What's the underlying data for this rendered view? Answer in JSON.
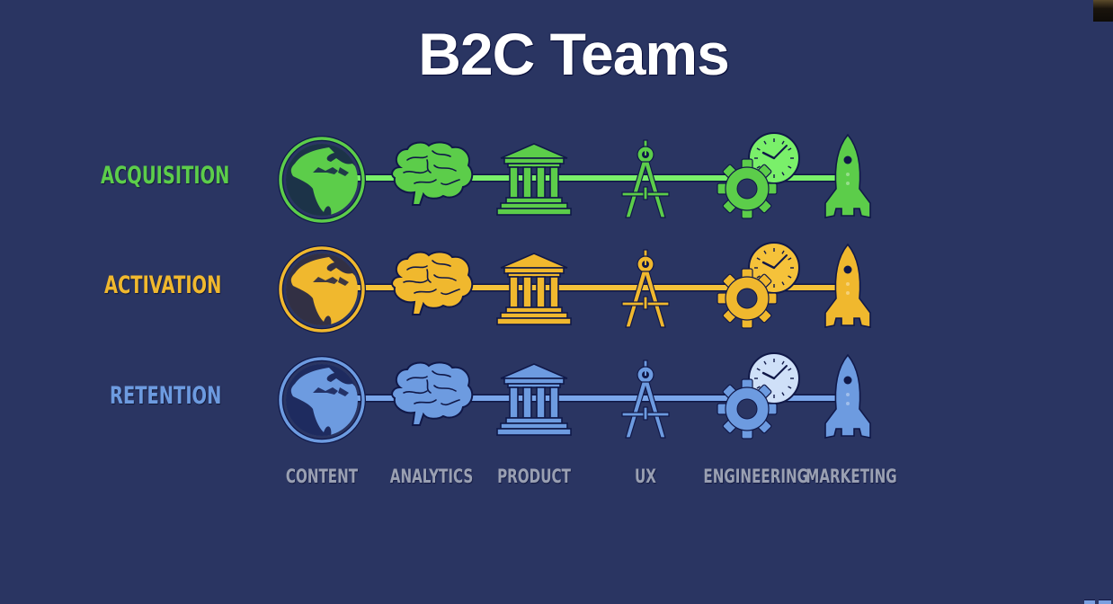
{
  "slide": {
    "title": "B2C Teams",
    "background_color": "#2a3562"
  },
  "rows": [
    {
      "label": "ACQUISITION",
      "color": "#5ccd4a",
      "line_color": "#7af06a"
    },
    {
      "label": "ACTIVATION",
      "color": "#f0b82e",
      "line_color": "#f5c23a"
    },
    {
      "label": "RETENTION",
      "color": "#6d9be0",
      "line_color": "#7aa6ea"
    }
  ],
  "columns": [
    {
      "label": "CONTENT",
      "icon": "globe-icon"
    },
    {
      "label": "ANALYTICS",
      "icon": "brain-icon"
    },
    {
      "label": "PRODUCT",
      "icon": "building-icon"
    },
    {
      "label": "UX",
      "icon": "compass-icon"
    },
    {
      "label": "ENGINEERING",
      "icon": "gear-clock-icon"
    },
    {
      "label": "MARKETING",
      "icon": "rocket-icon"
    }
  ],
  "column_label_color": "#9aa0b2"
}
